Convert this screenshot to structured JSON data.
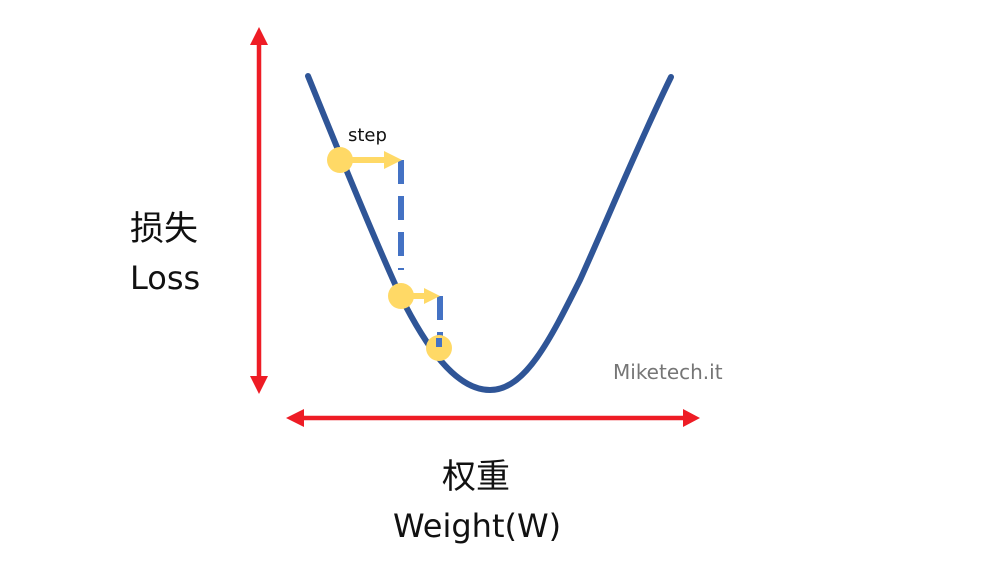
{
  "diagram": {
    "y_axis": {
      "label_cn": "损失",
      "label_en": "Loss"
    },
    "x_axis": {
      "label_cn": "权重",
      "label_en": "Weight(W)"
    },
    "step_label": "step",
    "watermark": "Miketech.it",
    "colors": {
      "axis": "#ee1c25",
      "curve": "#2f5597",
      "ball": "#ffd966",
      "dash": "#4472c4",
      "step_arrow": "#ffd966"
    }
  }
}
